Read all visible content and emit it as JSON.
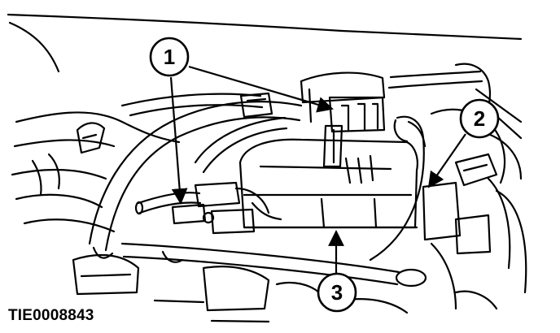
{
  "figure": {
    "reference_code": "TIE0008843",
    "callouts": [
      {
        "id": "1",
        "label": "1"
      },
      {
        "id": "2",
        "label": "2"
      },
      {
        "id": "3",
        "label": "3"
      }
    ],
    "line_color": "#000000",
    "background_color": "#ffffff"
  }
}
